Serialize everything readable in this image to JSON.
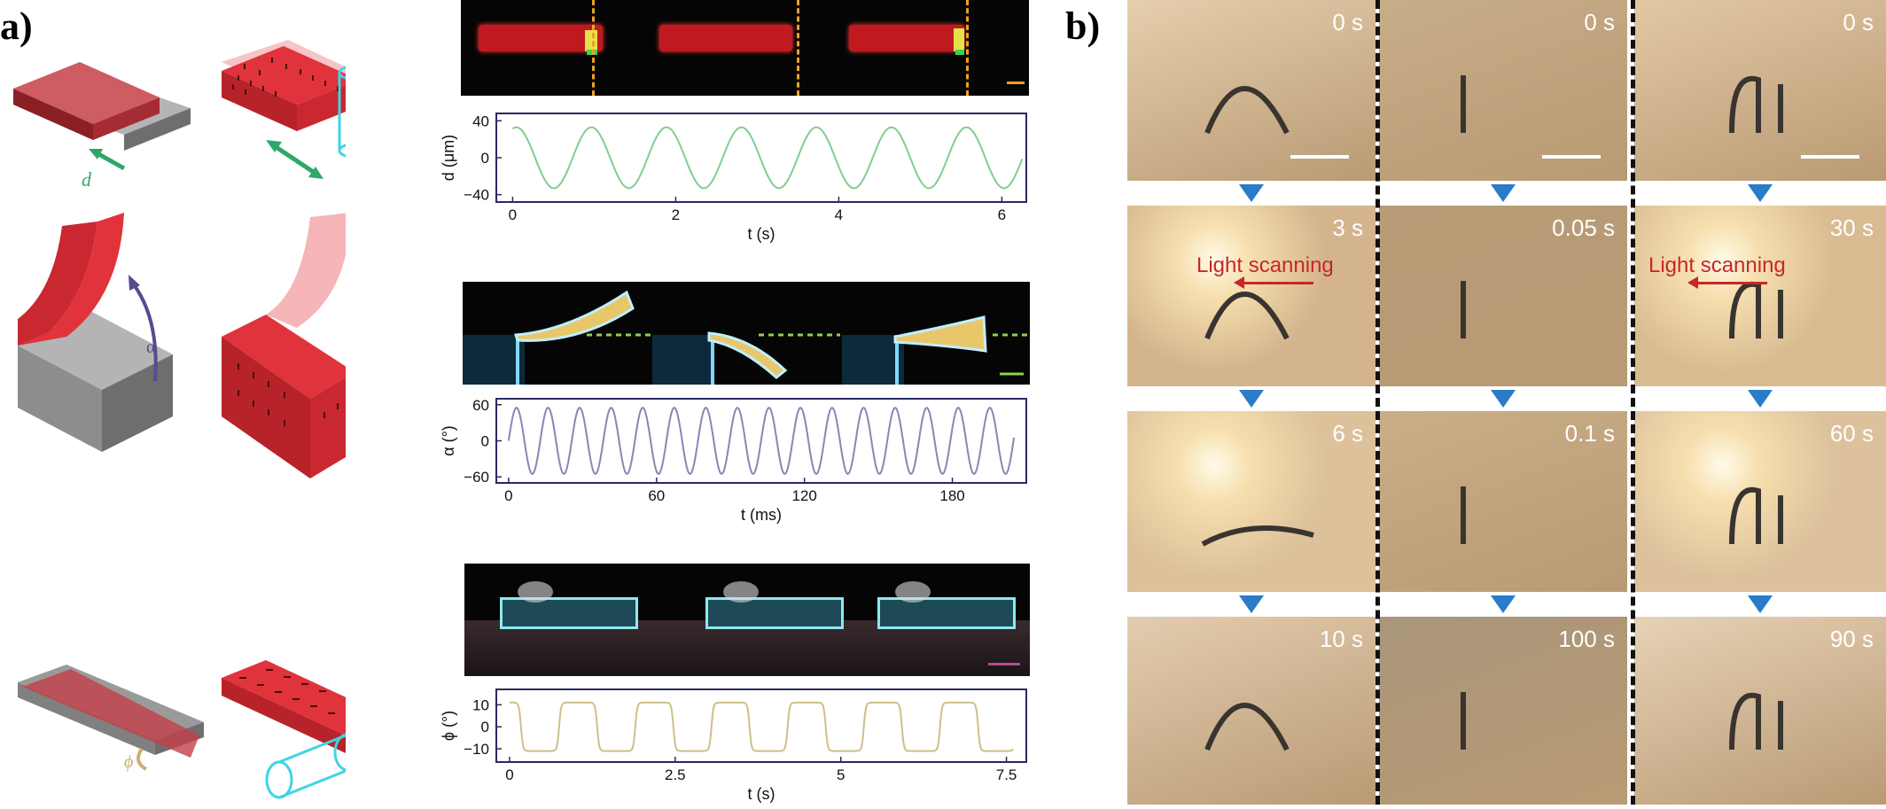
{
  "panel_labels": {
    "a": "a)",
    "b": "b)"
  },
  "schematic_labels": {
    "d": "d",
    "alpha": "α",
    "phi": "ϕ"
  },
  "colors": {
    "red": "#e0333b",
    "cyan": "#3fd4e6",
    "green": "#2ea86a",
    "purple": "#5b4a8f",
    "olive": "#c9b070",
    "curve_d": "#7fcf8e",
    "curve_alpha": "#8f83b4",
    "curve_phi": "#cdbf8a",
    "plot_frame": "#2c2860",
    "arrow_blue": "#2a7bc8"
  },
  "chart_data": [
    {
      "type": "line",
      "title": "",
      "xlabel": "t (s)",
      "ylabel": "d (μm)",
      "xlim": [
        -0.2,
        6.3
      ],
      "ylim": [
        -48,
        48
      ],
      "xticks": [
        0,
        2,
        4,
        6
      ],
      "xtick_labels": [
        "0",
        "2",
        "4",
        "6"
      ],
      "yticks": [
        40,
        0,
        -40
      ],
      "ytick_labels": [
        "40",
        "0",
        "−40"
      ],
      "series": [
        {
          "period": 0.92,
          "amplitude": 33,
          "phase": 0.2,
          "shape": "sine",
          "x_start": 0,
          "x_end": 6.25
        }
      ]
    },
    {
      "type": "line",
      "title": "",
      "xlabel": "t (ms)",
      "ylabel": "α (°)",
      "xlim": [
        -5,
        210
      ],
      "ylim": [
        -70,
        70
      ],
      "xticks": [
        0,
        60,
        120,
        180
      ],
      "xtick_labels": [
        "0",
        "60",
        "120",
        "180"
      ],
      "yticks": [
        60,
        0,
        -60
      ],
      "ytick_labels": [
        "60",
        "0",
        "−60"
      ],
      "series": [
        {
          "period": 12.8,
          "amplitude": 55,
          "phase": 0,
          "shape": "sine",
          "x_start": 0,
          "x_end": 205
        }
      ]
    },
    {
      "type": "line",
      "title": "",
      "xlabel": "t (s)",
      "ylabel": "ϕ (°)",
      "xlim": [
        -0.2,
        7.8
      ],
      "ylim": [
        -16,
        17
      ],
      "xticks": [
        0,
        2.5,
        5,
        7.5
      ],
      "xtick_labels": [
        "0",
        "2.5",
        "5",
        "7.5"
      ],
      "yticks": [
        10,
        0,
        -10
      ],
      "ytick_labels": [
        "10",
        "0",
        "−10"
      ],
      "series": [
        {
          "period": 1.15,
          "amplitude": 11,
          "phase": 0.35,
          "shape": "square",
          "x_start": 0,
          "x_end": 7.6
        }
      ]
    }
  ],
  "photo_grid": {
    "scale_bar": "",
    "light_scanning_label": "Light scanning",
    "columns": [
      {
        "times": [
          "0 s",
          "3 s",
          "6 s",
          "10 s"
        ],
        "scan_row": 1
      },
      {
        "times": [
          "0 s",
          "0.05 s",
          "0.1 s",
          "100 s"
        ],
        "scan_row": -1
      },
      {
        "times": [
          "0 s",
          "30 s",
          "60 s",
          "90 s"
        ],
        "scan_row": 1
      }
    ]
  }
}
